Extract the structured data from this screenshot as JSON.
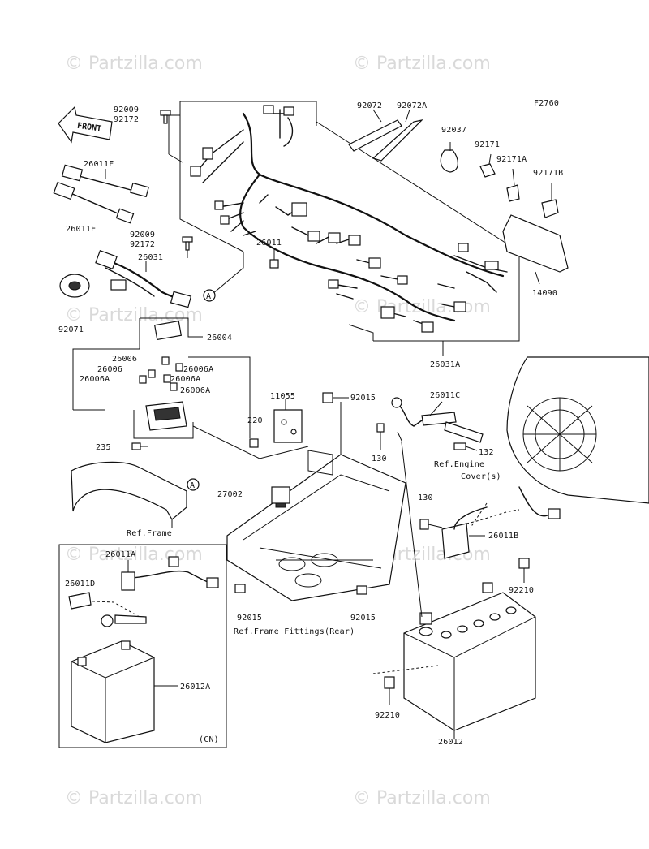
{
  "figure_code": "F2760",
  "front_label": "FRONT",
  "watermark": "© Partzilla.com",
  "watermark_large": "© Partzilla.com",
  "callout_a": "A",
  "labels": [
    {
      "id": "p-92009-top",
      "text": "92009"
    },
    {
      "id": "p-92172-top",
      "text": "92172"
    },
    {
      "id": "p-92072",
      "text": "92072"
    },
    {
      "id": "p-92072a",
      "text": "92072A"
    },
    {
      "id": "p-92037",
      "text": "92037"
    },
    {
      "id": "p-92171",
      "text": "92171"
    },
    {
      "id": "p-92171a",
      "text": "92171A"
    },
    {
      "id": "p-92171b",
      "text": "92171B"
    },
    {
      "id": "p-26011f",
      "text": "26011F"
    },
    {
      "id": "p-26011e",
      "text": "26011E"
    },
    {
      "id": "p-92009-mid",
      "text": "92009"
    },
    {
      "id": "p-92172-mid",
      "text": "92172"
    },
    {
      "id": "p-26011",
      "text": "26011"
    },
    {
      "id": "p-26031",
      "text": "26031"
    },
    {
      "id": "p-14090",
      "text": "14090"
    },
    {
      "id": "p-92071",
      "text": "92071"
    },
    {
      "id": "p-26004",
      "text": "26004"
    },
    {
      "id": "p-26006-a",
      "text": "26006"
    },
    {
      "id": "p-26006-b",
      "text": "26006"
    },
    {
      "id": "p-26006a-1",
      "text": "26006A"
    },
    {
      "id": "p-26006a-2",
      "text": "26006A"
    },
    {
      "id": "p-26006a-3",
      "text": "26006A"
    },
    {
      "id": "p-26006a-4",
      "text": "26006A"
    },
    {
      "id": "p-26031a",
      "text": "26031A"
    },
    {
      "id": "p-11055",
      "text": "11055"
    },
    {
      "id": "p-92015-top",
      "text": "92015"
    },
    {
      "id": "p-26011c",
      "text": "26011C"
    },
    {
      "id": "p-220",
      "text": "220"
    },
    {
      "id": "p-130-a",
      "text": "130"
    },
    {
      "id": "p-132",
      "text": "132"
    },
    {
      "id": "p-ref-engine",
      "text": "Ref.Engine"
    },
    {
      "id": "p-cover",
      "text": "Cover(s)"
    },
    {
      "id": "p-235",
      "text": "235"
    },
    {
      "id": "p-27002",
      "text": "27002"
    },
    {
      "id": "p-130-b",
      "text": "130"
    },
    {
      "id": "p-26011b",
      "text": "26011B"
    },
    {
      "id": "p-ref-frame",
      "text": "Ref.Frame"
    },
    {
      "id": "p-26011a",
      "text": "26011A"
    },
    {
      "id": "p-92210-r",
      "text": "92210"
    },
    {
      "id": "p-26011d",
      "text": "26011D"
    },
    {
      "id": "p-92015-l",
      "text": "92015"
    },
    {
      "id": "p-92015-r",
      "text": "92015"
    },
    {
      "id": "p-ref-frame-fittings",
      "text": "Ref.Frame Fittings(Rear)"
    },
    {
      "id": "p-26012a",
      "text": "26012A"
    },
    {
      "id": "p-92210-l",
      "text": "92210"
    },
    {
      "id": "p-cn",
      "text": "(CN)"
    },
    {
      "id": "p-26012",
      "text": "26012"
    }
  ]
}
